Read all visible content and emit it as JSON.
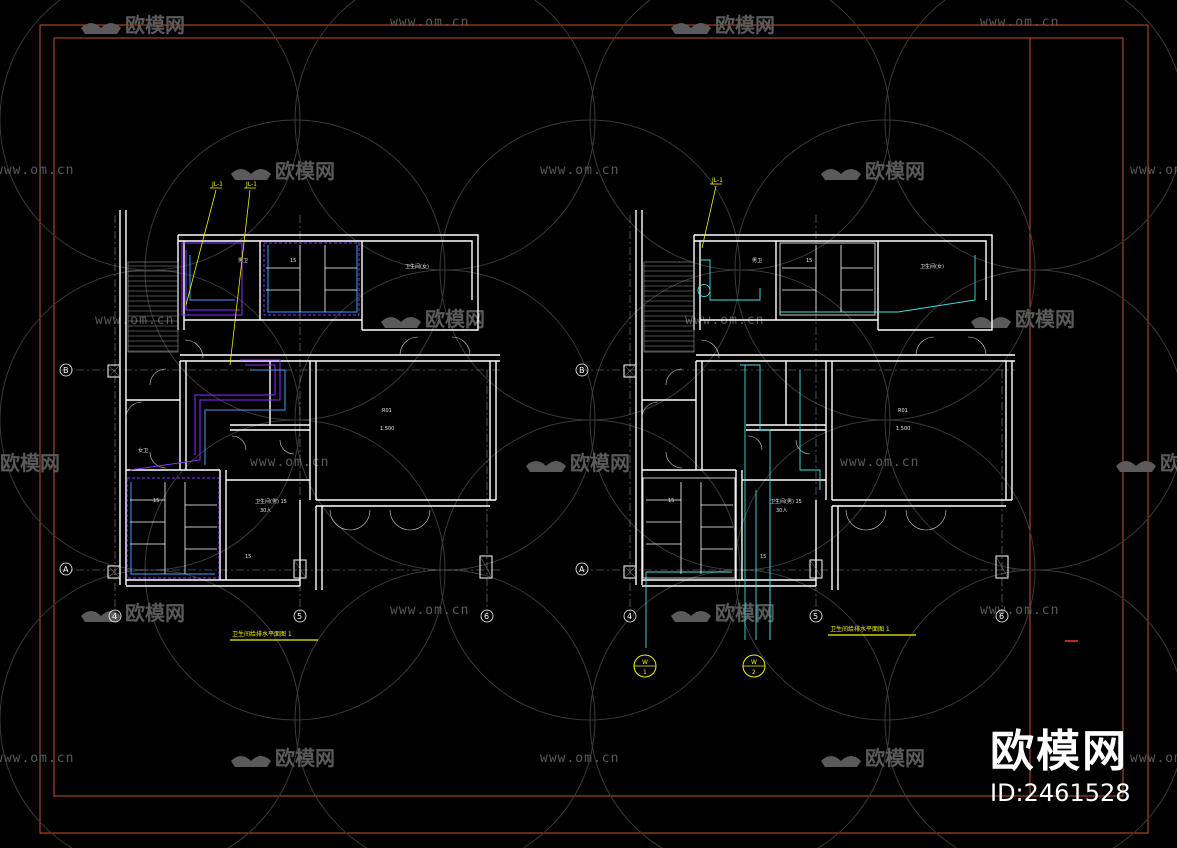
{
  "watermark": {
    "brand": "欧模网",
    "url": "www.om.cn"
  },
  "logo": {
    "brand": "欧模网",
    "id": "ID:2461528"
  },
  "plan_left": {
    "title": "卫生间给排水平面图 1",
    "axis_labels": [
      "B",
      "A",
      "4",
      "5",
      "6"
    ],
    "riser_labels": [
      "JL-1",
      "JL-1"
    ],
    "room_labels": [
      "男卫",
      "女卫",
      "卫生间(女)",
      "卫生间(男) 15",
      "30人",
      "1.500",
      "R01",
      "15",
      "15",
      "15"
    ]
  },
  "plan_right": {
    "title": "卫生间给排水平面图 1",
    "axis_labels": [
      "B",
      "A",
      "4",
      "5",
      "6"
    ],
    "riser_labels": [
      "JL-1"
    ],
    "outlet_labels": [
      {
        "top": "W",
        "bottom": "1"
      },
      {
        "top": "W",
        "bottom": "2"
      }
    ],
    "room_labels": [
      "男卫",
      "卫生间(女)",
      "卫生间(男) 15",
      "30人",
      "1.500",
      "R01",
      "15",
      "15",
      "15"
    ]
  },
  "colors": {
    "wall": "#ffffff",
    "frame": "#c0552a",
    "water_supply": "#8a30ff",
    "drainage": "#3aa0ff",
    "pipe_cyan": "#40e0e0",
    "annotation": "#f2f200",
    "watermark": "#5a5a5a"
  }
}
